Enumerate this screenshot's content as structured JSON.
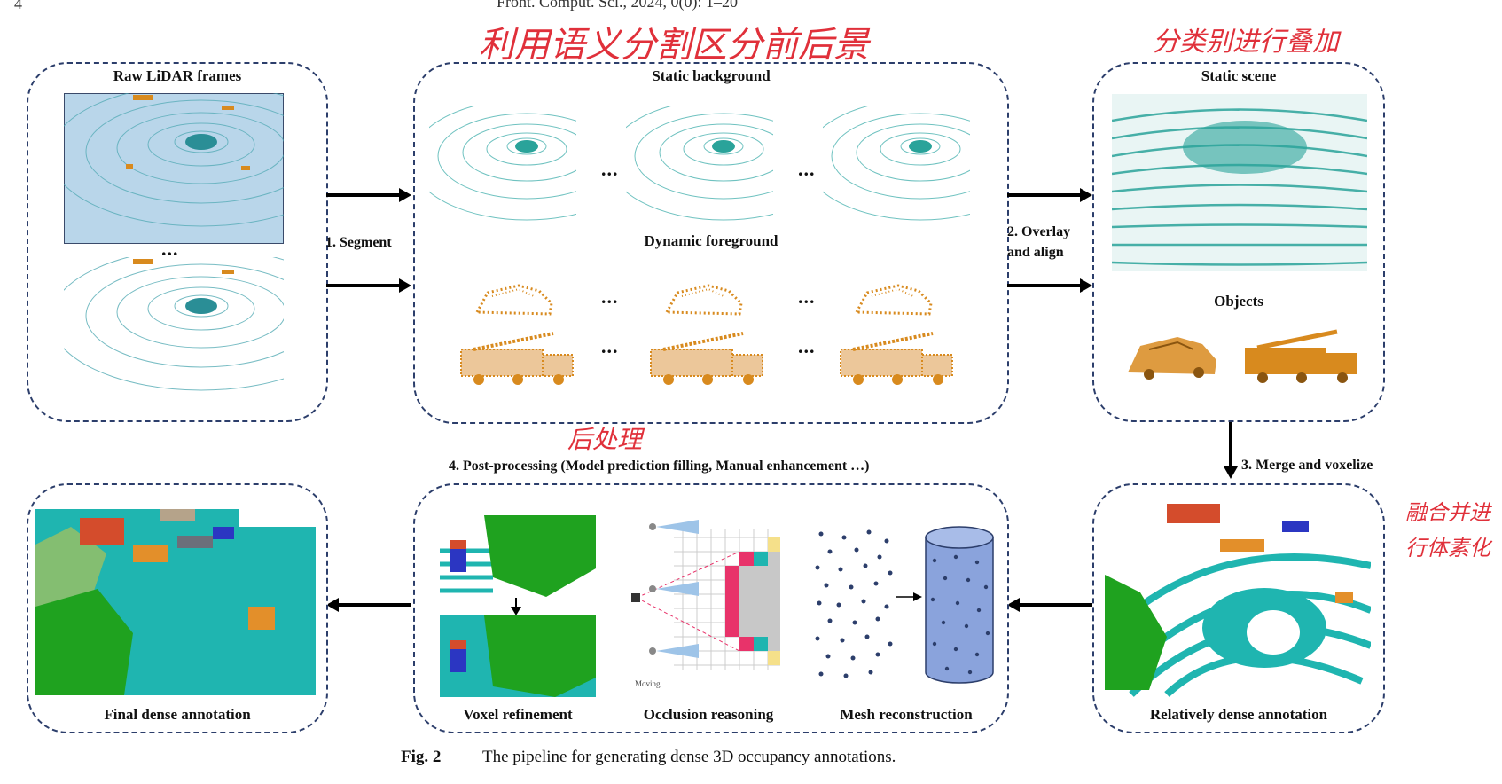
{
  "header": {
    "journal_line": "Front. Comput. Sci., 2024, 0(0): 1–20",
    "page_marker": "4"
  },
  "annotations": {
    "top_middle": "利用语义分割区分前后景",
    "top_right": "分类别进行叠加",
    "middle_post": "后处理",
    "right_side_1": "融合并进",
    "right_side_2": "行体素化"
  },
  "panels": {
    "raw": {
      "title": "Raw LiDAR frames",
      "ellipsis": "..."
    },
    "segment": {
      "static_title": "Static background",
      "dynamic_title": "Dynamic foreground",
      "ellipsis": "..."
    },
    "scene": {
      "title": "Static scene",
      "objects_title": "Objects"
    },
    "relative": {
      "title": "Relatively dense annotation"
    },
    "post": {
      "title": "4. Post-processing (Model prediction filling, Manual enhancement …)",
      "voxel_label": "Voxel refinement",
      "occlusion_label": "Occlusion reasoning",
      "mesh_label": "Mesh reconstruction",
      "moving_label": "Moving"
    },
    "final": {
      "title": "Final dense annotation"
    }
  },
  "steps": {
    "segment": "1. Segment",
    "overlay_line1": "2. Overlay",
    "overlay_line2": "and align",
    "merge": "3. Merge and voxelize"
  },
  "caption": {
    "label": "Fig. 2",
    "text": "The pipeline for generating dense 3D occupancy annotations."
  },
  "colors": {
    "border": "#2c3e6b",
    "teal": "#2aa39a",
    "orange": "#d88a1e",
    "annot_red": "#e0303a",
    "voxel_green": "#1fa21f",
    "voxel_cyan": "#1fb5b0"
  }
}
